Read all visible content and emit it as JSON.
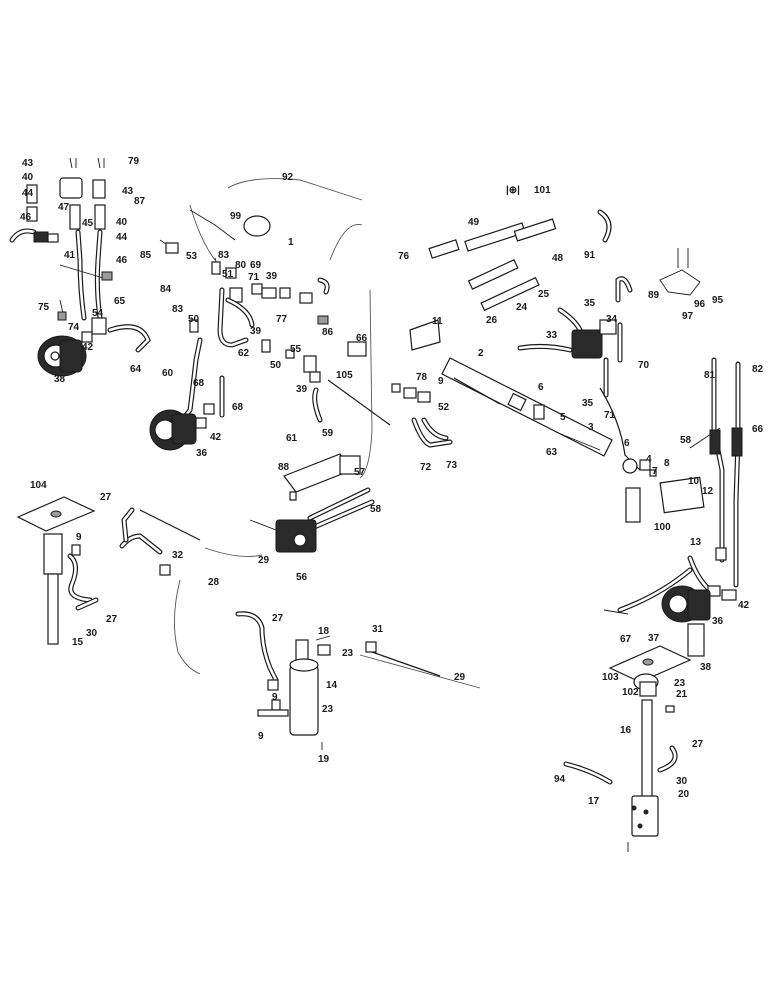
{
  "header": {
    "ref_box": "|⊕|",
    "ref_number": "101"
  },
  "callouts": [
    {
      "id": "c43a",
      "text": "43"
    },
    {
      "id": "c79",
      "text": "79"
    },
    {
      "id": "c40a",
      "text": "40"
    },
    {
      "id": "c44a",
      "text": "44"
    },
    {
      "id": "c43b",
      "text": "43"
    },
    {
      "id": "c87",
      "text": "87"
    },
    {
      "id": "c47",
      "text": "47"
    },
    {
      "id": "c40b",
      "text": "40"
    },
    {
      "id": "c46a",
      "text": "46"
    },
    {
      "id": "c45",
      "text": "45"
    },
    {
      "id": "c44b",
      "text": "44"
    },
    {
      "id": "c46b",
      "text": "46"
    },
    {
      "id": "c41",
      "text": "41"
    },
    {
      "id": "c85",
      "text": "85"
    },
    {
      "id": "c92",
      "text": "92"
    },
    {
      "id": "c99",
      "text": "99"
    },
    {
      "id": "c1",
      "text": "1"
    },
    {
      "id": "c53",
      "text": "53"
    },
    {
      "id": "c83a",
      "text": "83"
    },
    {
      "id": "c51",
      "text": "51"
    },
    {
      "id": "c80",
      "text": "80"
    },
    {
      "id": "c71a",
      "text": "71"
    },
    {
      "id": "c69",
      "text": "69"
    },
    {
      "id": "c39a",
      "text": "39"
    },
    {
      "id": "c84",
      "text": "84"
    },
    {
      "id": "c77",
      "text": "77"
    },
    {
      "id": "c75",
      "text": "75"
    },
    {
      "id": "c65",
      "text": "65"
    },
    {
      "id": "c74",
      "text": "74"
    },
    {
      "id": "c54",
      "text": "54"
    },
    {
      "id": "c42a",
      "text": "42"
    },
    {
      "id": "c64",
      "text": "64"
    },
    {
      "id": "c38a",
      "text": "38"
    },
    {
      "id": "c83b",
      "text": "83"
    },
    {
      "id": "c50a",
      "text": "50"
    },
    {
      "id": "c39b",
      "text": "39"
    },
    {
      "id": "c62",
      "text": "62"
    },
    {
      "id": "c50b",
      "text": "50"
    },
    {
      "id": "c55",
      "text": "55"
    },
    {
      "id": "c86",
      "text": "86"
    },
    {
      "id": "c66a",
      "text": "66"
    },
    {
      "id": "c60",
      "text": "60"
    },
    {
      "id": "c68a",
      "text": "68"
    },
    {
      "id": "c39c",
      "text": "39"
    },
    {
      "id": "c105",
      "text": "105"
    },
    {
      "id": "c68b",
      "text": "68"
    },
    {
      "id": "c42b",
      "text": "42"
    },
    {
      "id": "c36a",
      "text": "36"
    },
    {
      "id": "c59",
      "text": "59"
    },
    {
      "id": "c61",
      "text": "61"
    },
    {
      "id": "c49",
      "text": "49"
    },
    {
      "id": "c48",
      "text": "48"
    },
    {
      "id": "c91",
      "text": "91"
    },
    {
      "id": "c76",
      "text": "76"
    },
    {
      "id": "c25",
      "text": "25"
    },
    {
      "id": "c24",
      "text": "24"
    },
    {
      "id": "c26",
      "text": "26"
    },
    {
      "id": "c11",
      "text": "11"
    },
    {
      "id": "c33",
      "text": "33"
    },
    {
      "id": "c35a",
      "text": "35"
    },
    {
      "id": "c34",
      "text": "34"
    },
    {
      "id": "c89",
      "text": "89"
    },
    {
      "id": "c95",
      "text": "95"
    },
    {
      "id": "c96",
      "text": "96"
    },
    {
      "id": "c97",
      "text": "97"
    },
    {
      "id": "c2",
      "text": "2"
    },
    {
      "id": "c70",
      "text": "70"
    },
    {
      "id": "c78",
      "text": "78"
    },
    {
      "id": "c9a",
      "text": "9"
    },
    {
      "id": "c52",
      "text": "52"
    },
    {
      "id": "c6a",
      "text": "6"
    },
    {
      "id": "c35b",
      "text": "35"
    },
    {
      "id": "c5",
      "text": "5"
    },
    {
      "id": "c71b",
      "text": "71"
    },
    {
      "id": "c3",
      "text": "3"
    },
    {
      "id": "c81",
      "text": "81"
    },
    {
      "id": "c82",
      "text": "82"
    },
    {
      "id": "c66b",
      "text": "66"
    },
    {
      "id": "c72",
      "text": "72"
    },
    {
      "id": "c73",
      "text": "73"
    },
    {
      "id": "c63",
      "text": "63"
    },
    {
      "id": "c58a",
      "text": "58"
    },
    {
      "id": "c88",
      "text": "88"
    },
    {
      "id": "c57",
      "text": "57"
    },
    {
      "id": "c58b",
      "text": "58"
    },
    {
      "id": "c6b",
      "text": "6"
    },
    {
      "id": "c4",
      "text": "4"
    },
    {
      "id": "c7",
      "text": "7"
    },
    {
      "id": "c8",
      "text": "8"
    },
    {
      "id": "c10",
      "text": "10"
    },
    {
      "id": "c12",
      "text": "12"
    },
    {
      "id": "c100",
      "text": "100"
    },
    {
      "id": "c13",
      "text": "13"
    },
    {
      "id": "c104",
      "text": "104"
    },
    {
      "id": "c27a",
      "text": "27"
    },
    {
      "id": "c9b",
      "text": "9"
    },
    {
      "id": "c32",
      "text": "32"
    },
    {
      "id": "c29",
      "text": "29"
    },
    {
      "id": "c56",
      "text": "56"
    },
    {
      "id": "c28",
      "text": "28"
    },
    {
      "id": "c27b",
      "text": "27"
    },
    {
      "id": "c30a",
      "text": "30"
    },
    {
      "id": "c15",
      "text": "15"
    },
    {
      "id": "c27c",
      "text": "27"
    },
    {
      "id": "c18",
      "text": "18"
    },
    {
      "id": "c31",
      "text": "31"
    },
    {
      "id": "c23a",
      "text": "23"
    },
    {
      "id": "c29b",
      "text": "29"
    },
    {
      "id": "c14",
      "text": "14"
    },
    {
      "id": "c9c",
      "text": "9"
    },
    {
      "id": "c23b",
      "text": "23"
    },
    {
      "id": "c9d",
      "text": "9"
    },
    {
      "id": "c19",
      "text": "19"
    },
    {
      "id": "c42c",
      "text": "42"
    },
    {
      "id": "c36b",
      "text": "36"
    },
    {
      "id": "c67",
      "text": "67"
    },
    {
      "id": "c37",
      "text": "37"
    },
    {
      "id": "c38b",
      "text": "38"
    },
    {
      "id": "c103",
      "text": "103"
    },
    {
      "id": "c102",
      "text": "102"
    },
    {
      "id": "c23c",
      "text": "23"
    },
    {
      "id": "c21",
      "text": "21"
    },
    {
      "id": "c16",
      "text": "16"
    },
    {
      "id": "c27d",
      "text": "27"
    },
    {
      "id": "c94",
      "text": "94"
    },
    {
      "id": "c30b",
      "text": "30"
    },
    {
      "id": "c20",
      "text": "20"
    },
    {
      "id": "c17",
      "text": "17"
    }
  ]
}
